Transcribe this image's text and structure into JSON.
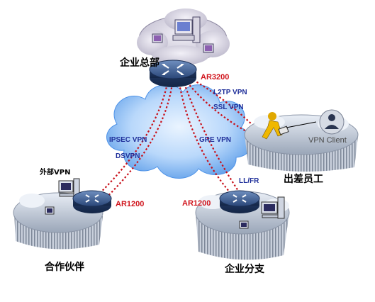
{
  "sites": {
    "hq": "企业总部",
    "partner": "合作伙伴",
    "branch": "企业分支",
    "traveler": "出差员工"
  },
  "routers": {
    "hq": "AR3200",
    "partner": "AR1200",
    "branch": "AR1200"
  },
  "vpn_labels": {
    "l2tp": "L2TP VPN",
    "ssl": "SSL VPN",
    "ipsec": "IPSEC VPN",
    "dsvpn": "DSVPN",
    "gre": "GRE VPN",
    "llfr": "LL/FR"
  },
  "other": {
    "external_vpn": "外部VPN",
    "vpn_client": "VPN Client"
  },
  "colors": {
    "link": "#c8101a",
    "cloud_center": "#cfe4fb",
    "cloud_edge": "#4f93e8",
    "router_body": "#2e4f86",
    "vpn_text": "#1f2f9a",
    "router_text": "#d0141c"
  }
}
